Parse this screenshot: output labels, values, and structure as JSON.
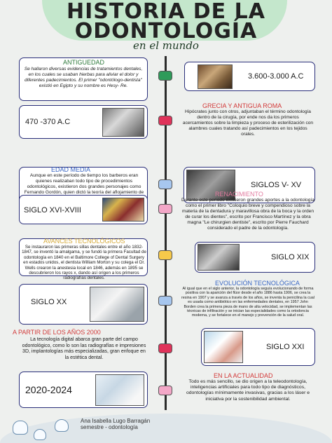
{
  "header": {
    "title_line1": "HISTORIA DE LA",
    "title_line2": "ODONTOLOGÍA",
    "subtitle": "en el mundo"
  },
  "colors": {
    "frame": "#2a2f7a",
    "node_antiguedad": "#2e9b5a",
    "node_grecia": "#e0335a",
    "node_edad_media": "#a7c7ef",
    "node_renacimiento": "#f3a7c7",
    "node_avances": "#f6c94a",
    "node_evolucion": "#a7c7ef",
    "node_anios2000": "#e0335a",
    "node_actualidad": "#f3a7c7",
    "label_antiguedad": "#2e7a3b",
    "label_red": "#d23a3a",
    "label_blue": "#3a67c4",
    "label_pink": "#e27a9f",
    "label_gold": "#d4a93a"
  },
  "sections": {
    "antiguedad": {
      "label": "ANTIGUEDAD",
      "text": "Se hallaron diversas evidencias de tratamientos dentales, en los cuales se usaban hierbas para aliviar el dolor y diferentes padecimientos. El primer \"odontólogo-dentista\" existió en Egipto y su nombre es Hesy- Re.",
      "year": "3.600-3.000 A.C"
    },
    "grecia": {
      "label": "GRECIA Y ANTIGUA ROMA",
      "text": "Hipócrates junto con otros, adjuntaban el término odontología dentro de la cirugía, por ende nos da los primeros acercamientos sobre la limpieza y proceso de esterilización con alambres cuales tratando así padecimientos en los tejidos orales.",
      "year": "470 -370 A.C"
    },
    "edad_media": {
      "label": "EDAD MEDIA",
      "text": "Aunque en este período de tiempo los barberos eran quienes realizaban todo tipo de procedimientos odontológicos, existieron dos grandes personajes como Fernando Gordón, quien dictó la teoría del aflojamiento de los dientes y Gui de Chauliac, quien estimuló la higiene dental.",
      "year": "SIGLOS V- XV"
    },
    "renacimiento": {
      "label": "RENACIMIENTO",
      "text": "Durante este periodo existieron grandes aportes a la odontología como el primer libro \"Coloquio breve y compendioso sobre la materia de la dentadura y maravillosa obra de la boca y la orden de curar los dientes\", escrito por Francisco Martínez y la obra magna \"Le chirurgien dentiste\", escrito por Pierre Fauchard considerado el padre de la odontología.",
      "year": "SIGLO XVI-XVIII"
    },
    "avances": {
      "label": "AVANCES TECNOLÓGICOS",
      "text": "Se instauraron las primeras sillas dentales entre el año 1832-1847, se inventó la amalgama, y se fundó la primera Facultad de odontología en 1840 en el Baltimore College of Dental Surgery en estados unidos, el dentista William Morton y su colega el Dr. Wells crearon la anestesia local en 1846, además en 1895 se descubrieron los rayos x, dando así origen a los primeros radiografías dentales.",
      "year": "SIGLO XIX"
    },
    "evolucion": {
      "label": "EVOLUCIÓN TECNOLÓGICA",
      "text": "Al igual que en el siglo anterior, la odontología seguía evolucionando de forma positiva con la aparición del flúor desde el año 1886 hasta 1906, se crea la resina en 1907 y se avanza a través de los años, se inventa la penicilina la cual es usada como antibiótico en las enfermedades dentales, en 1957 John Borden crea la primera pieza de mano de alta velocidad, se implementan las técnicas de infiltración y se inician las especialidades como la ortodoncia moderna, y se fortalece en el manejo y prevención de la salud oral.",
      "year": "SIGLO XX"
    },
    "anios2000": {
      "label": "A PARTIR DE LOS AÑOS 2000",
      "text": "La tecnología digital abarca gran parte del campo odontológico, como lo son las radiografías e impresiones 3D, implantologías más especializadas, gran enfoque en la estética dental.",
      "year": "SIGLO XXI"
    },
    "actualidad": {
      "label": "EN LA ACTUALIDAD",
      "text": "Todo es más sencillo, se dio origen a la teleodontología, inteligencias artificiales para todo tipo de diagnósticos, odontologías mínimamente invasivas, gracias a los láser e iniciativa por la sostenibilidad ambiental.",
      "year": "2020-2024"
    }
  },
  "footer": {
    "author": "Ana Isabella Lugo Barragán",
    "semester": "semestre - odontología"
  }
}
